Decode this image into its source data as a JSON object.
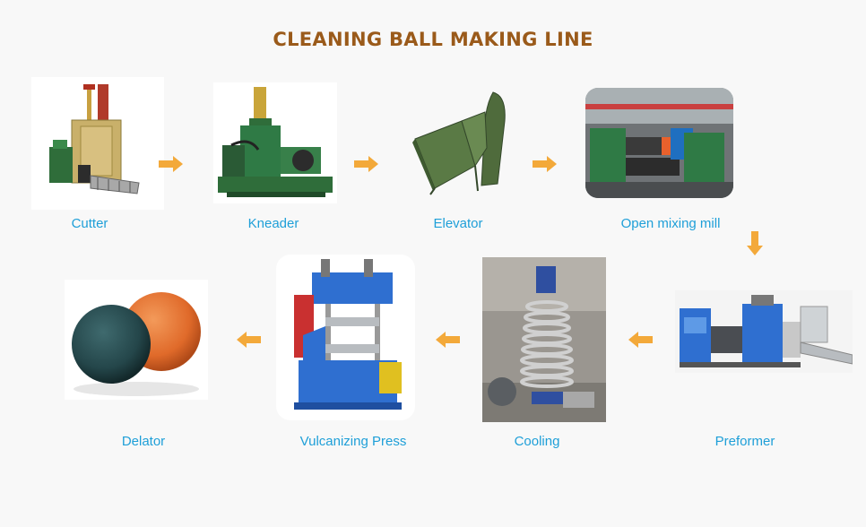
{
  "title": "CLEANING BALL MAKING LINE",
  "steps": [
    {
      "label": "Cutter",
      "icon": "cutter-machine-icon"
    },
    {
      "label": "Kneader",
      "icon": "kneader-machine-icon"
    },
    {
      "label": "Elevator",
      "icon": "elevator-machine-icon"
    },
    {
      "label": "Open mixing mill",
      "icon": "open-mixing-mill-icon"
    },
    {
      "label": "Preformer",
      "icon": "preformer-machine-icon"
    },
    {
      "label": "Cooling",
      "icon": "cooling-tower-icon"
    },
    {
      "label": "Vulcanizing Press",
      "icon": "vulcanizing-press-icon"
    },
    {
      "label": "Delator",
      "icon": "sponge-balls-icon"
    }
  ],
  "colors": {
    "title": "#9a5a1a",
    "label": "#1e9fd8",
    "arrow": "#f3a93a"
  }
}
